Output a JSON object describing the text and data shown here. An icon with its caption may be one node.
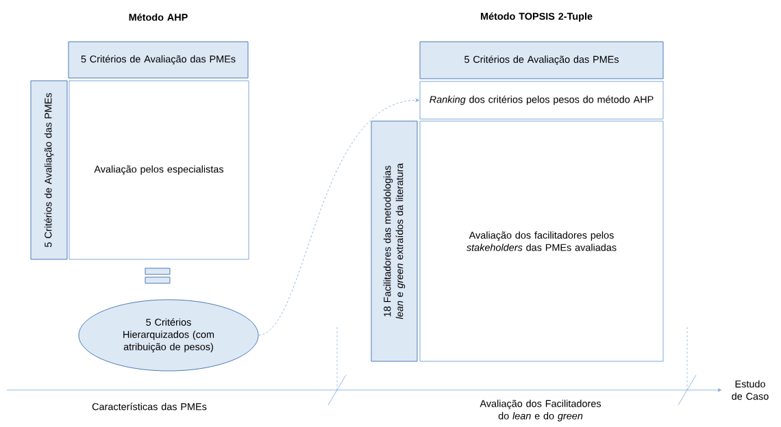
{
  "diagram": {
    "nodes": [
      {
        "text": [
          "5 Critérios de Avaliação das PMEs"
        ]
      },
      {
        "text": [
          "5 Critérios de Avaliação das PMEs"
        ]
      },
      {
        "text": [
          "Avaliação pelos especialistas"
        ]
      },
      {
        "text": [
          "5 Critérios Hierarquizados (com atribuição de pesos)"
        ]
      },
      {
        "text": [
          "5 Critérios de Avaliação das PMEs"
        ]
      },
      {
        "text": [
          "*Ranking* dos critérios pelos pesos do método AHP"
        ]
      },
      {
        "text": [
          "18 Facilitadores das metodologias *lean* e *green* extraídos da literatura"
        ]
      },
      {
        "text": [
          "Avaliação dos facilitadores pelos *stakeholders* das PMEs avaliadas"
        ]
      },
      {
        "text": [
          "Estudo de Caso"
        ]
      }
    ],
    "edges": [
      {
        "from": 3,
        "to": 5,
        "arrow": "to",
        "style": "dashed"
      },
      {
        "from": null,
        "to": 8,
        "arrow": "to"
      }
    ],
    "labels": [
      "Método AHP",
      "Método TOPSIS 2-Tuple",
      "Características das PMEs",
      "Avaliação dos Facilitadores do *lean* e do *green*"
    ]
  }
}
